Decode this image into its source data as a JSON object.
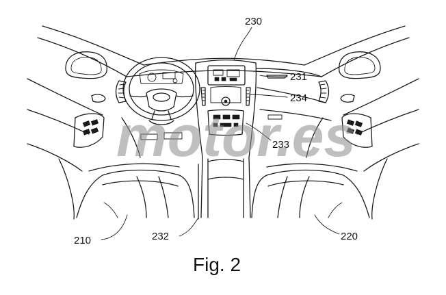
{
  "figure": {
    "caption": "Fig. 2",
    "watermark": "motor.es"
  },
  "reference_labels": {
    "center_console": "230",
    "display_panel": "231",
    "vent_unit": "234",
    "control_panel": "233",
    "driver_seat": "210",
    "tunnel_divider": "232",
    "passenger_seat": "220"
  },
  "colors": {
    "ink": "#1a1a1a",
    "background": "#ffffff",
    "watermark": "#8c8c8c"
  }
}
